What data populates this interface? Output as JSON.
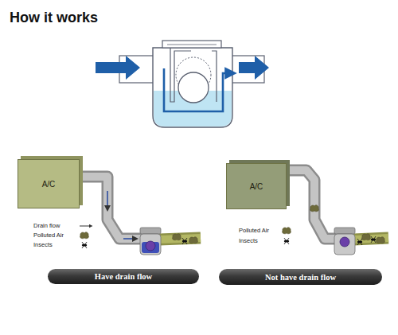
{
  "diagram": {
    "title": "How it works",
    "nodes": [
      {
        "text": [
          "A/C"
        ]
      },
      {
        "text": [
          "A/C"
        ]
      },
      {
        "text": [
          "Have drain flow"
        ]
      },
      {
        "text": [
          "Not have drain flow"
        ]
      }
    ],
    "legend": [
      {
        "text": "Drain flow"
      },
      {
        "text": "Polluted Air"
      },
      {
        "text": "Insects"
      },
      {
        "text": "Polluted Air"
      },
      {
        "text": "Insects"
      }
    ]
  }
}
